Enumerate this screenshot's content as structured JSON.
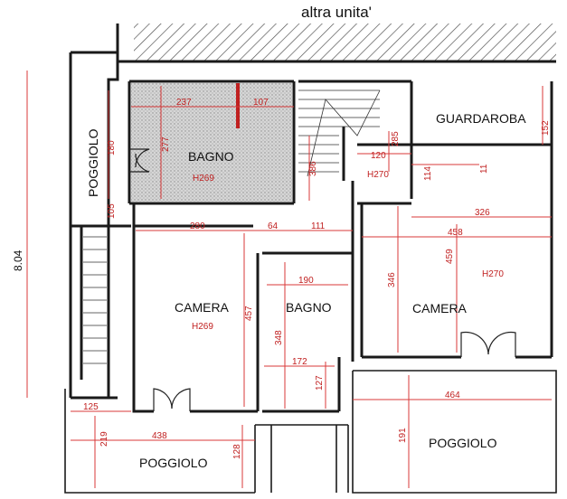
{
  "labels": {
    "adjacent_unit": "altra unita'",
    "total_dim": "8.04",
    "poggiolo_left": "POGGIOLO",
    "bagno_top": "BAGNO",
    "bagno_top_h": "H269",
    "guardaroba": "GUARDAROBA",
    "camera_left": "CAMERA",
    "camera_left_h": "H269",
    "bagno_mid": "BAGNO",
    "camera_right": "CAMERA",
    "camera_right_h": "H270",
    "stair_h": "H270",
    "poggiolo_bottom_left": "POGGIOLO",
    "poggiolo_bottom_right": "POGGIOLO"
  },
  "dimensions": {
    "d237": "237",
    "d107": "107",
    "d180": "180",
    "d277": "277",
    "d105": "105",
    "d386": "386",
    "d120": "120",
    "d285": "285",
    "d114": "114",
    "d11": "11",
    "d152": "152",
    "d326": "326",
    "d280": "280",
    "d64": "64",
    "d111": "111",
    "d458": "458",
    "d190": "190",
    "d346": "346",
    "d459": "459",
    "d457": "457",
    "d348": "348",
    "d172": "172",
    "d127": "127",
    "d464": "464",
    "d125": "125",
    "d219": "219",
    "d438": "438",
    "d128": "128",
    "d191": "191"
  },
  "colors": {
    "walls": "#1a1a1a",
    "dimensions": "#d93a3a",
    "hatch": "#555555",
    "tile": "#c8c8c8"
  }
}
